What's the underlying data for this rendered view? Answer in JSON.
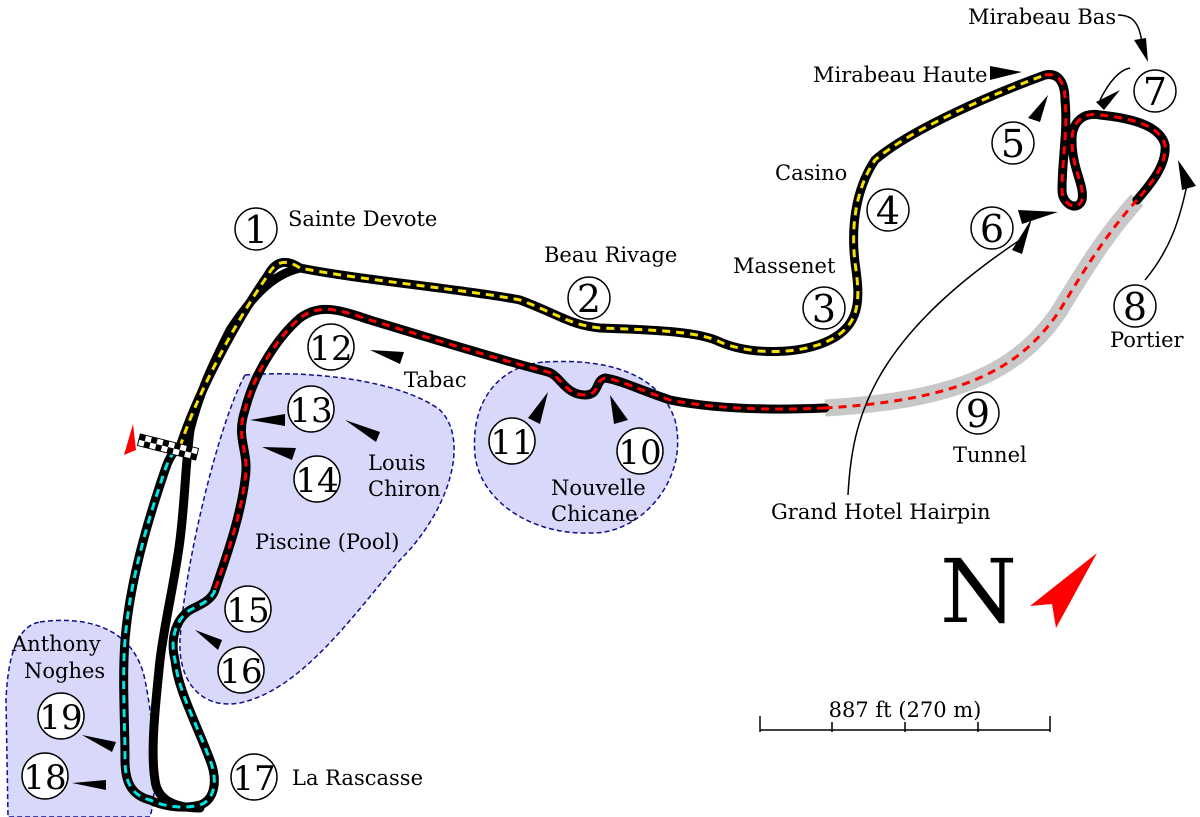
{
  "map": {
    "sector_colors": {
      "sector1": "#f5e000",
      "sector2": "#ff0000",
      "sector3": "#00e5e5",
      "track": "#000000",
      "tunnel": "#c8c8c8",
      "zone_fill": "#d8d8fb",
      "zone_stroke": "#10108a",
      "north_arrow": "#ff0000"
    },
    "corners": [
      {
        "number": "1",
        "name": "Sainte Devote"
      },
      {
        "number": "2",
        "name": "Beau Rivage"
      },
      {
        "number": "3",
        "name": "Massenet"
      },
      {
        "number": "4",
        "name": "Casino"
      },
      {
        "number": "5",
        "name": "Mirabeau Haute"
      },
      {
        "number": "6",
        "name": "Grand Hotel Hairpin"
      },
      {
        "number": "7",
        "name": "Mirabeau Bas"
      },
      {
        "number": "8",
        "name": "Portier"
      },
      {
        "number": "9",
        "name": "Tunnel"
      },
      {
        "number": "10",
        "name": "Nouvelle Chicane"
      },
      {
        "number": "11",
        "name": ""
      },
      {
        "number": "12",
        "name": "Tabac"
      },
      {
        "number": "13",
        "name": "Louis Chiron"
      },
      {
        "number": "14",
        "name": ""
      },
      {
        "number": "15",
        "name": "Piscine (Pool)"
      },
      {
        "number": "16",
        "name": ""
      },
      {
        "number": "17",
        "name": "La Rascasse"
      },
      {
        "number": "18",
        "name": "Anthony Noghes"
      },
      {
        "number": "19",
        "name": ""
      }
    ],
    "labels": {
      "mirabeau_haute": "Mirabeau Haute",
      "mirabeau_bas": "Mirabeau Bas",
      "casino": "Casino",
      "sainte_devote": "Sainte Devote",
      "beau_rivage": "Beau Rivage",
      "massenet": "Massenet",
      "portier": "Portier",
      "tabac": "Tabac",
      "tunnel": "Tunnel",
      "louis": "Louis",
      "chiron": "Chiron",
      "grand_hotel_hairpin": "Grand Hotel Hairpin",
      "nouvelle": "Nouvelle",
      "chicane": "Chicane",
      "piscine": "Piscine (Pool)",
      "anthony": "Anthony",
      "noghes": "Noghes",
      "la_rascasse": "La Rascasse"
    },
    "north_label": "N",
    "scale_bar": "887 ft (270 m)"
  }
}
